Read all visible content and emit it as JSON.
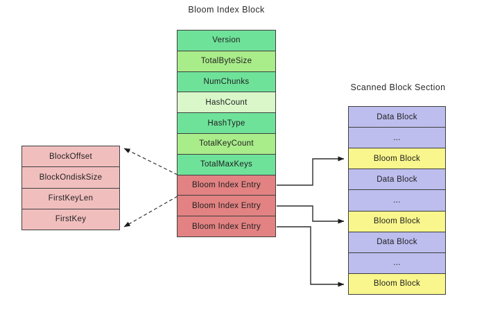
{
  "diagram": {
    "bloom_index_block": {
      "title": "Bloom Index Block",
      "rows": [
        {
          "label": "Version",
          "type": "green"
        },
        {
          "label": "TotalByteSize",
          "type": "green_light"
        },
        {
          "label": "NumChunks",
          "type": "green"
        },
        {
          "label": "HashCount",
          "type": "green_pale"
        },
        {
          "label": "HashType",
          "type": "green"
        },
        {
          "label": "TotalKeyCount",
          "type": "green_light"
        },
        {
          "label": "TotalMaxKeys",
          "type": "green"
        },
        {
          "label": "Bloom Index Entry",
          "type": "red"
        },
        {
          "label": "Bloom Index Entry",
          "type": "red"
        },
        {
          "label": "Bloom Index Entry",
          "type": "red"
        }
      ]
    },
    "entry_detail_block": {
      "rows": [
        {
          "label": "BlockOffset",
          "type": "pink"
        },
        {
          "label": "BlockOndiskSize",
          "type": "pink"
        },
        {
          "label": "FirstKeyLen",
          "type": "pink"
        },
        {
          "label": "FirstKey",
          "type": "pink"
        }
      ]
    },
    "scanned_block_section": {
      "title": "Scanned Block Section",
      "rows": [
        {
          "label": "Data Block",
          "type": "blue"
        },
        {
          "label": "...",
          "type": "blue"
        },
        {
          "label": "Bloom Block",
          "type": "yellow"
        },
        {
          "label": "Data Block",
          "type": "blue"
        },
        {
          "label": "...",
          "type": "blue"
        },
        {
          "label": "Bloom Block",
          "type": "yellow"
        },
        {
          "label": "Data Block",
          "type": "blue"
        },
        {
          "label": "...",
          "type": "blue"
        },
        {
          "label": "Bloom Block",
          "type": "yellow"
        }
      ]
    },
    "colors": {
      "green": "#6fe29a",
      "green_light": "#a9ec8a",
      "green_pale": "#d9f7c9",
      "red": "#e28282",
      "pink": "#f1bebe",
      "blue": "#bdbdee",
      "yellow": "#f8f68c",
      "border": "#3e3e3e",
      "arrow": "#2b2b2b"
    }
  }
}
